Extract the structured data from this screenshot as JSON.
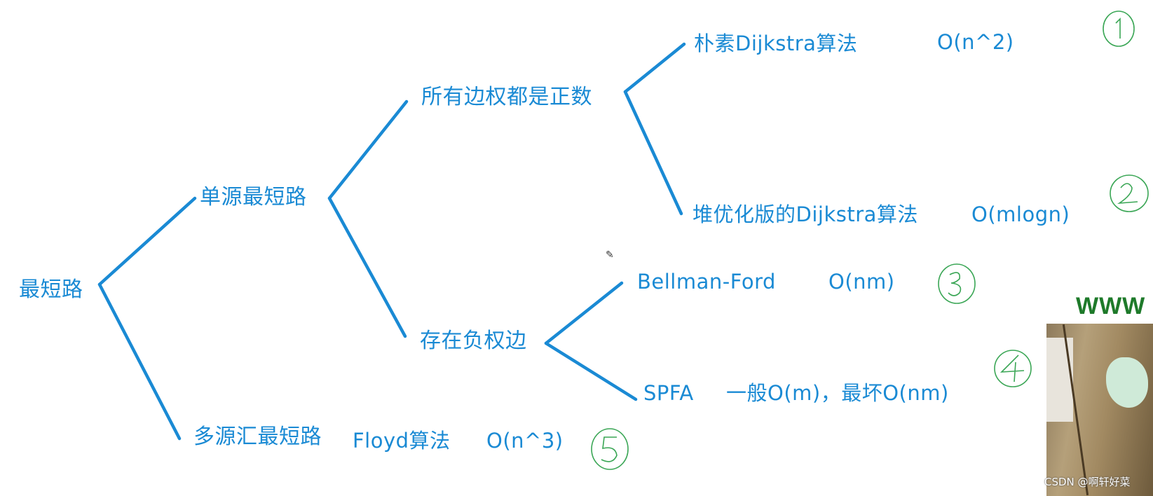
{
  "nodes": {
    "root": "最短路",
    "single_source": "单源最短路",
    "multi_source": "多源汇最短路",
    "all_positive": "所有边权都是正数",
    "has_negative": "存在负权边",
    "naive_dijkstra": "朴素Dijkstra算法",
    "naive_dijkstra_complexity": "O(n^2)",
    "heap_dijkstra": "堆优化版的Dijkstra算法",
    "heap_dijkstra_complexity": "O(mlogn)",
    "bellman_ford": "Bellman-Ford",
    "bellman_ford_complexity": "O(nm)",
    "spfa": "SPFA",
    "spfa_complexity": "一般O(m)，最坏O(nm)",
    "floyd": "Floyd算法",
    "floyd_complexity": "O(n^3)"
  },
  "circled_numbers": [
    "1",
    "2",
    "3",
    "4",
    "5"
  ],
  "overlay": {
    "partial_url": "WWW",
    "watermark": "CSDN @啊轩好菜"
  },
  "colors": {
    "line": "#1a8ad4",
    "text": "#1a8ad4",
    "circled": "#3aa655"
  },
  "icons": [
    "pencil-cursor-icon"
  ]
}
